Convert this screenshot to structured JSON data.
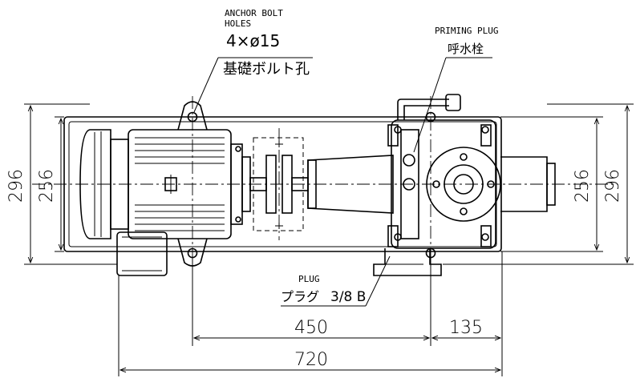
{
  "labels": {
    "anchor_en_1": "ANCHOR BOLT",
    "anchor_en_2": "HOLES",
    "anchor_spec": "4×ø15",
    "anchor_jp": "基礎ボルト孔",
    "priming_en": "PRIMING PLUG",
    "priming_jp": "呼水栓",
    "plug_en": "PLUG",
    "plug_jp": "プラグ",
    "plug_size": "3/8 B"
  },
  "dimensions": {
    "left_outer": "296",
    "left_inner": "256",
    "right_inner": "256",
    "right_outer": "296",
    "bottom_450": "450",
    "bottom_135": "135",
    "bottom_720": "720"
  }
}
